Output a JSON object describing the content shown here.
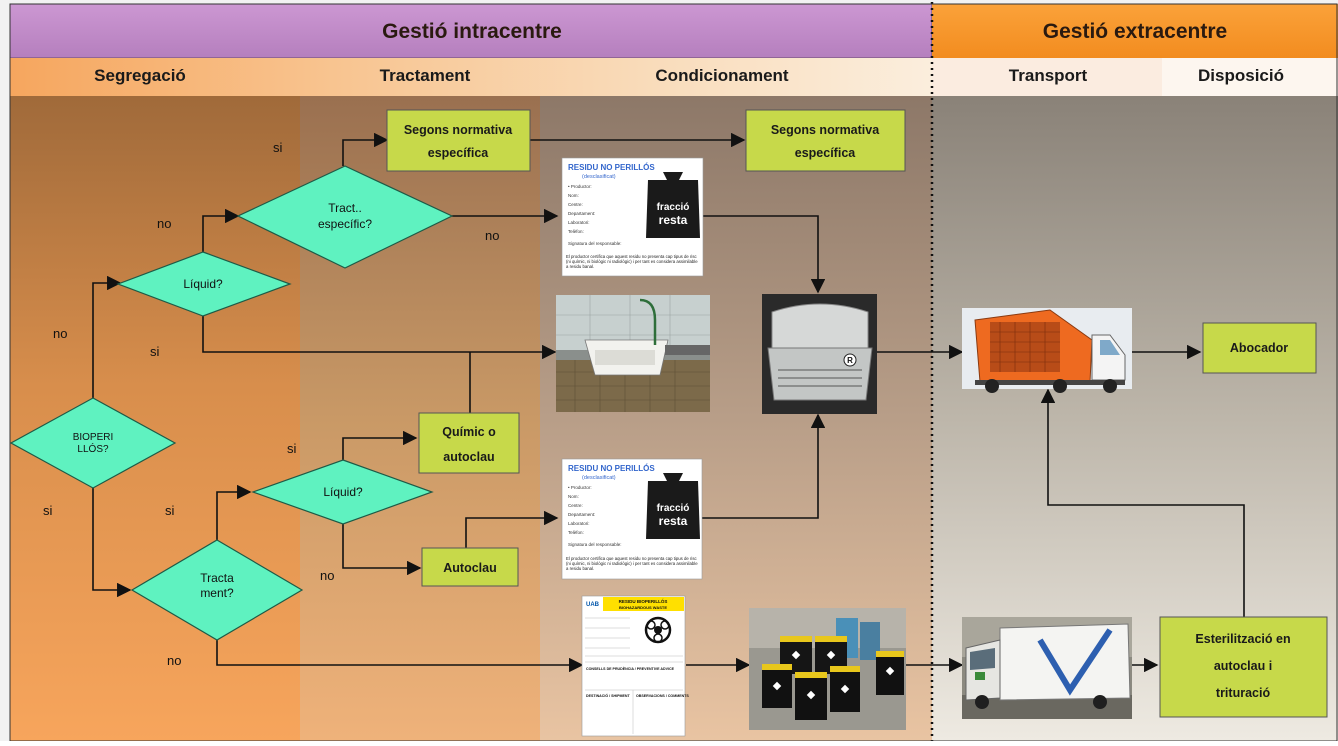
{
  "header": {
    "intra": "Gestió intracentre",
    "extra": "Gestió extracentre"
  },
  "columns": {
    "segregacio": "Segregació",
    "tractament": "Tractament",
    "condicionament": "Condicionament",
    "transport": "Transport",
    "disposicio": "Disposició"
  },
  "diamonds": {
    "bioperillos_l1": "BIOPERI",
    "bioperillos_l2": "LLÓS?",
    "liquid_top": "Líquid?",
    "tract_especific_l1": "Tract..",
    "tract_especific_l2": "específic?",
    "liquid_bottom": "Líquid?",
    "tractament_l1": "Tracta",
    "tractament_l2": "ment?"
  },
  "boxes": {
    "segons1_l1": "Segons normativa",
    "segons1_l2": "específica",
    "segons2_l1": "Segons normativa",
    "segons2_l2": "específica",
    "quimic_l1": "Químic o",
    "quimic_l2": "autoclau",
    "autoclau": "Autoclau",
    "abocador": "Abocador",
    "ester_l1": "Esterilització en",
    "ester_l2": "autoclau i",
    "ester_l3": "trituració"
  },
  "edge_labels": {
    "no_bio": "no",
    "si_bio": "si",
    "no_liquid": "no",
    "si_liquid": "si",
    "si_tract": "si",
    "no_tract": "no",
    "si_tractament": "si",
    "no_tractament": "no",
    "si_liquid2": "si",
    "no_liquid2": "no"
  },
  "labels": {
    "title": "RESIDU NO PERILLÓS",
    "subtitle": "(desclasificat)",
    "fields": [
      "• Productor:",
      "Nom:",
      "Centre:",
      "Departament:",
      "Laboratori:",
      "Telèfon:",
      "Signatura del responsable:"
    ],
    "note": "El productor certifica que aquest residu no presenta cap tipus de risc (ni químic, ni biològic ni radiològic) i per tant es considera assimilable a residu banal.",
    "bag_l1": "fracció",
    "bag_l2": "resta",
    "bio_title": "RESIDU BIOPERILLÓS",
    "bio_sub": "BIOHAZARDOUS WASTE",
    "bio_logo": "UAB",
    "bio_consells": "CONSELLS DE PRUDÈNCIA / PREVENTIVE ADVICE",
    "bio_dest": "DESTINACIÓ / SHIPMENT",
    "bio_obs": "OBSERVACIONS / COMMENTS",
    "bin_mark": "R"
  }
}
